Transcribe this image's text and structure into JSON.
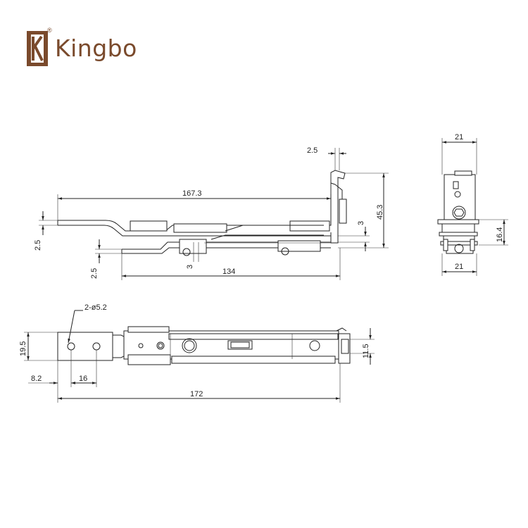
{
  "logo": {
    "word": "Kingbo",
    "registered": "®",
    "monogram": "K",
    "color": "#7a4a2c"
  },
  "side_view": {
    "dims": {
      "gap_top": "2.5",
      "length_upper": "167.3",
      "height": "45.3",
      "offset_3a": "3",
      "offset_left_a": "2.5",
      "offset_left_b": "2.5",
      "offset_3b": "3",
      "length_lower": "134"
    }
  },
  "end_view": {
    "dims": {
      "width_top": "21",
      "width_bottom": "21",
      "height": "16.4"
    }
  },
  "top_view": {
    "dims": {
      "holes": "2-ø5.2",
      "width": "19.5",
      "offset_x": "8.2",
      "hole_spacing": "16",
      "overall_length": "172",
      "end_width": "11.5"
    }
  }
}
